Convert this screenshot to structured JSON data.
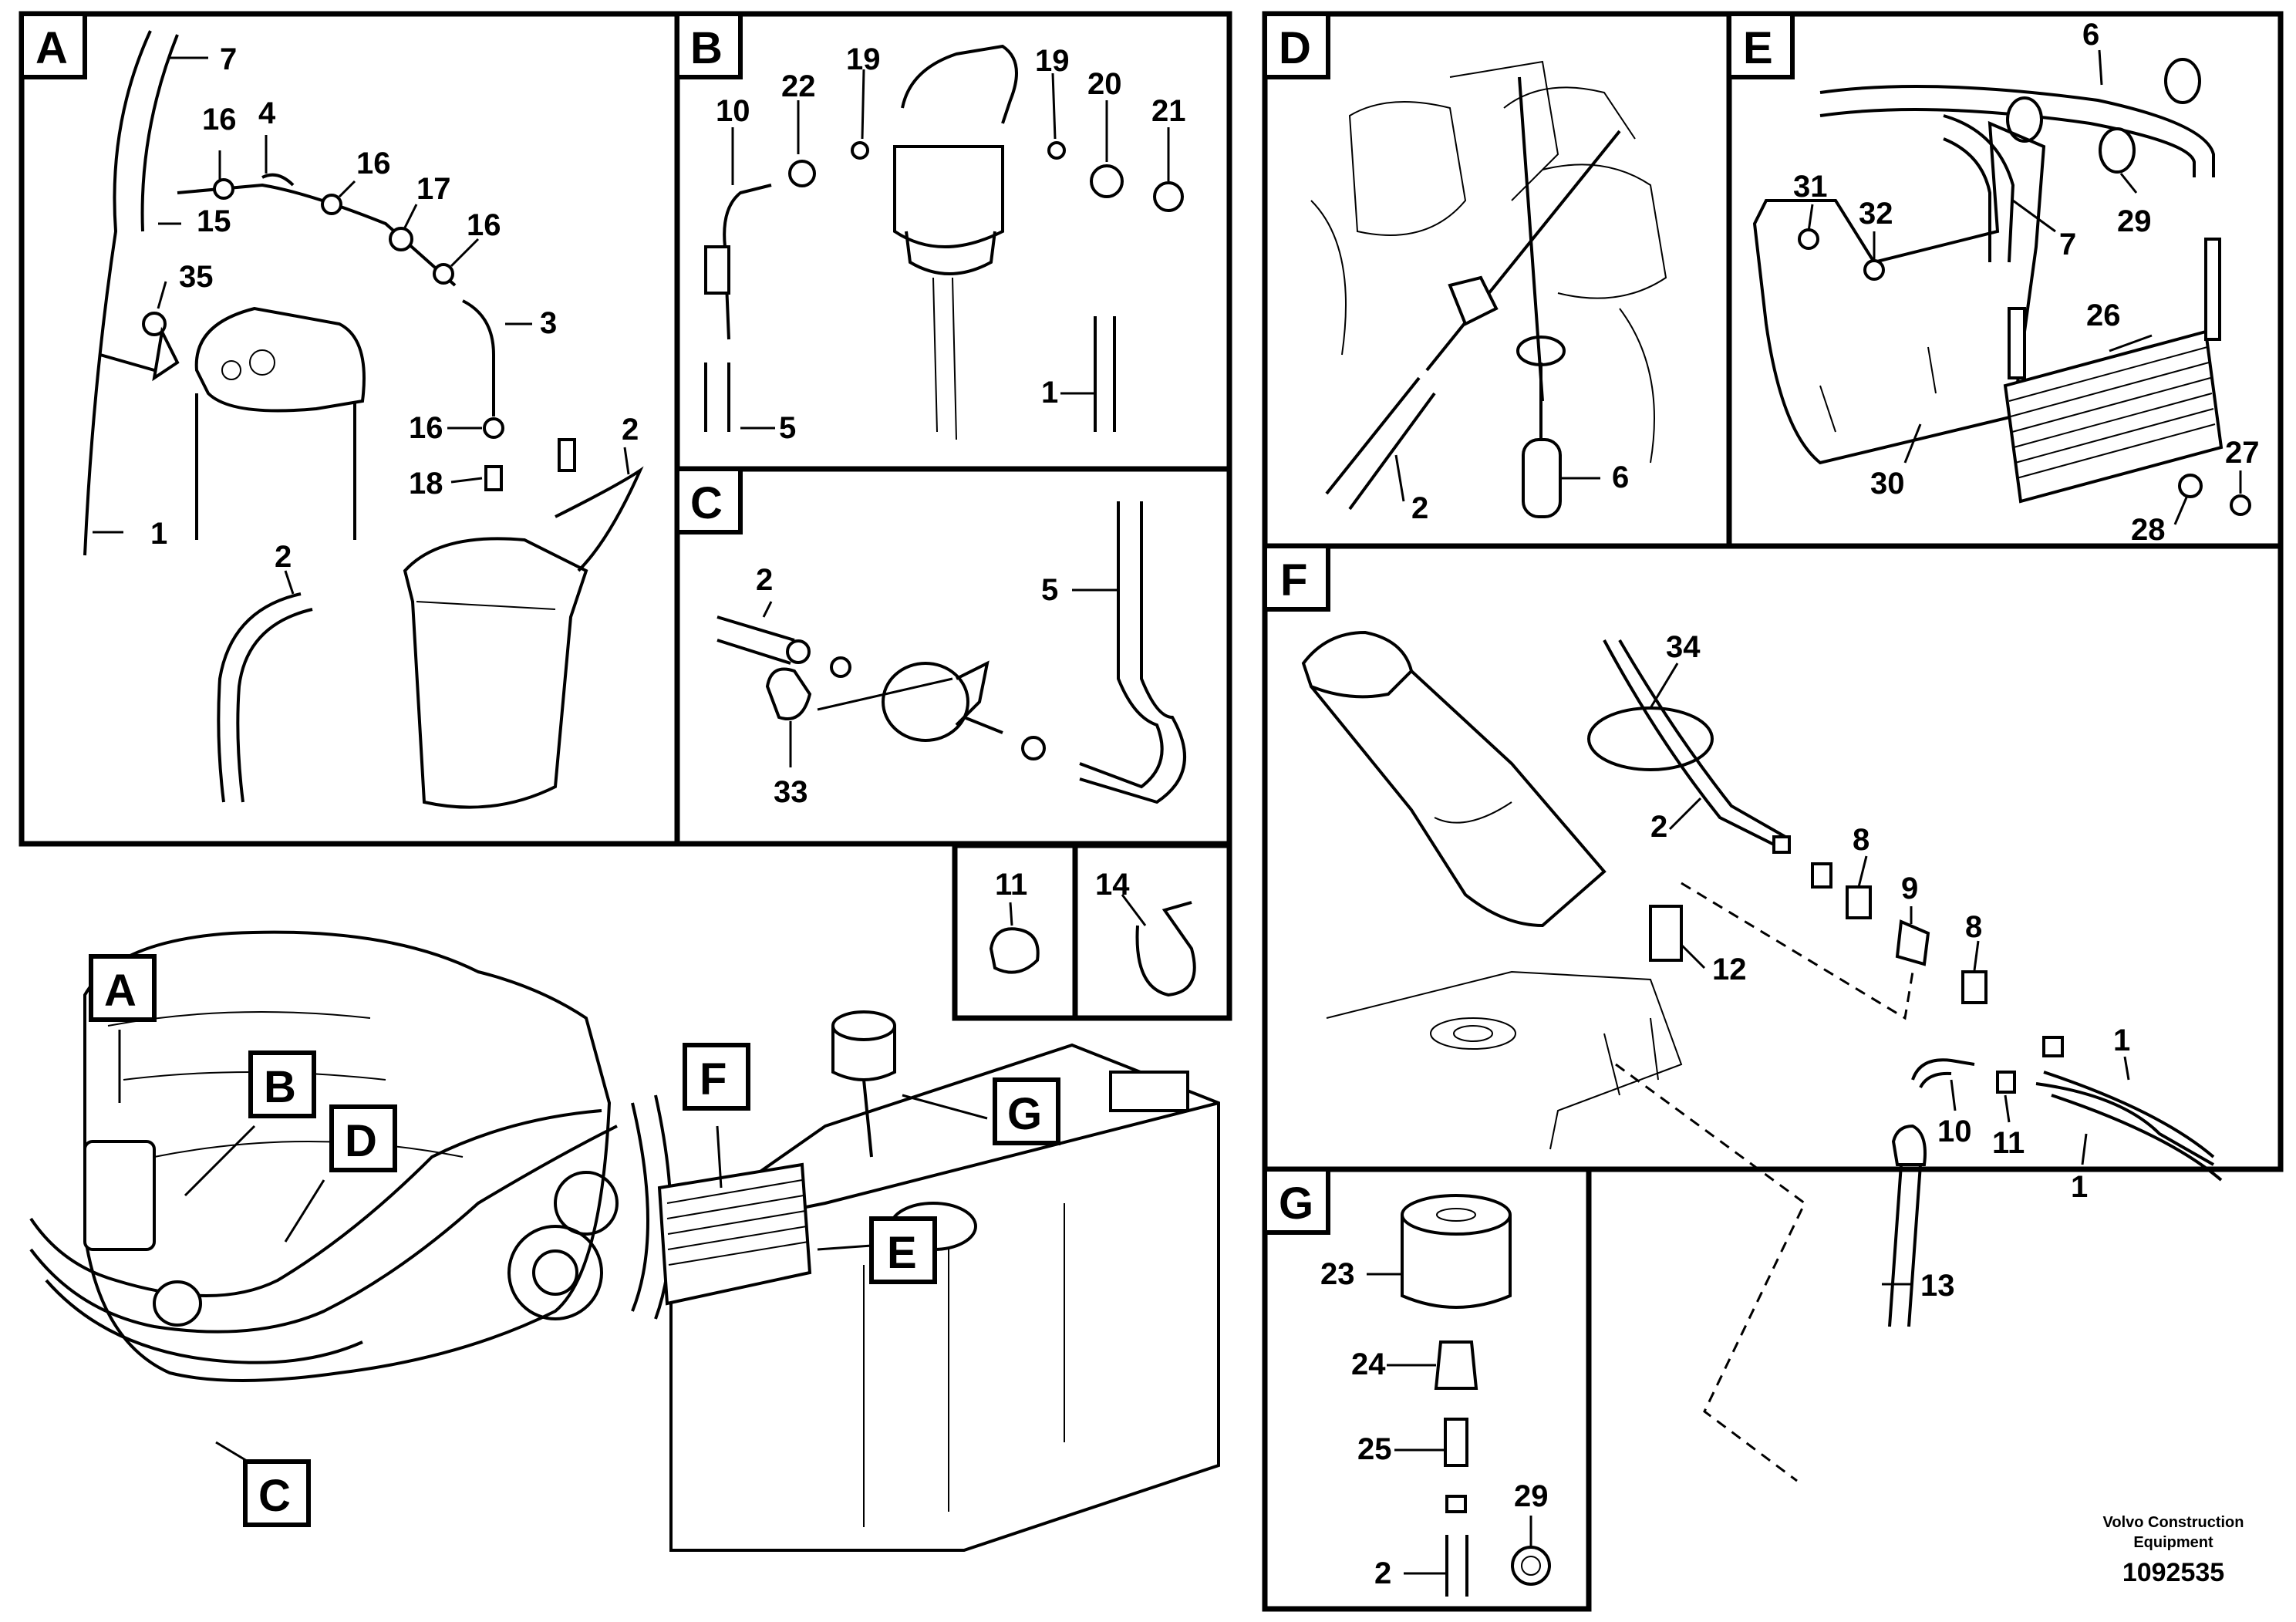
{
  "panels": {
    "A": {
      "letter": "A",
      "callouts": [
        "7",
        "16",
        "4",
        "16",
        "17",
        "16",
        "15",
        "35",
        "3",
        "16",
        "18",
        "2",
        "2",
        "1"
      ]
    },
    "B": {
      "letter": "B",
      "callouts": [
        "19",
        "19",
        "22",
        "20",
        "21",
        "10",
        "5",
        "1"
      ]
    },
    "C": {
      "letter": "C",
      "callouts": [
        "2",
        "5",
        "33"
      ]
    },
    "D": {
      "letter": "D",
      "callouts": [
        "2",
        "6"
      ]
    },
    "E": {
      "letter": "E",
      "callouts": [
        "6",
        "31",
        "32",
        "7",
        "29",
        "26",
        "30",
        "27",
        "28"
      ]
    },
    "F": {
      "letter": "F",
      "callouts": [
        "34",
        "2",
        "8",
        "9",
        "8",
        "12",
        "1",
        "10",
        "11",
        "1",
        "13"
      ]
    },
    "G": {
      "letter": "G",
      "callouts": [
        "23",
        "24",
        "25",
        "29",
        "2"
      ]
    },
    "small1": {
      "callouts": [
        "11"
      ]
    },
    "small2": {
      "callouts": [
        "14"
      ]
    }
  },
  "overview_labels": [
    "A",
    "B",
    "D",
    "C",
    "F",
    "G",
    "E"
  ],
  "footer": {
    "brand_line1": "Volvo Construction",
    "brand_line2": "Equipment",
    "doc_number": "1092535"
  }
}
